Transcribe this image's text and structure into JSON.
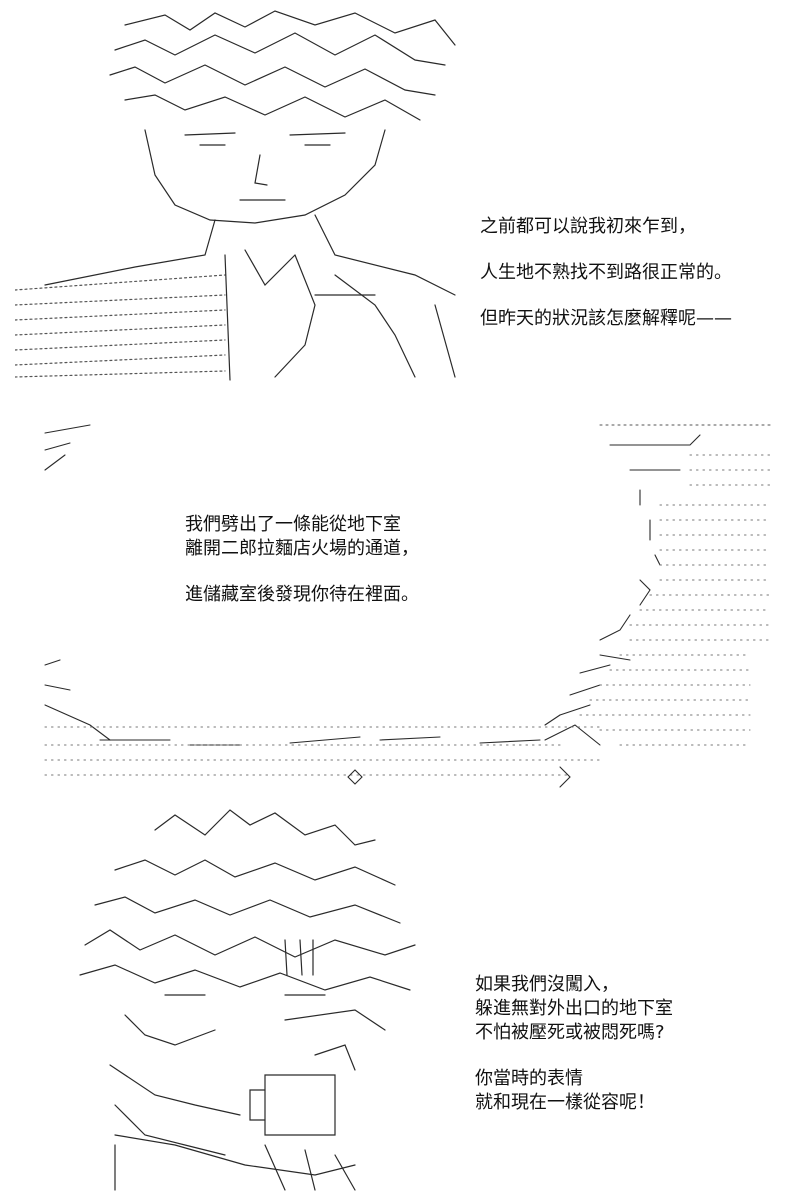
{
  "panels": [
    {
      "id": "panel-1",
      "lines": [
        "之前都可以說我初來乍到，",
        "",
        "人生地不熟找不到路很正常的。",
        "",
        "但昨天的狀況該怎麼解釋呢——"
      ]
    },
    {
      "id": "panel-2",
      "lines": [
        "我們劈出了一條能從地下室",
        "離開二郎拉麵店火場的通道，",
        "",
        "進儲藏室後發現你待在裡面。"
      ]
    },
    {
      "id": "panel-3",
      "lines": [
        "如果我們沒闖入，",
        "躲進無對外出口的地下室",
        "不怕被壓死或被悶死嗎?",
        "",
        "你當時的表情",
        "就和現在一樣從容呢！"
      ]
    }
  ],
  "colors": {
    "ink": "#111111",
    "paper": "#ffffff",
    "art": "#2a2a2a",
    "dots": "#555555"
  }
}
